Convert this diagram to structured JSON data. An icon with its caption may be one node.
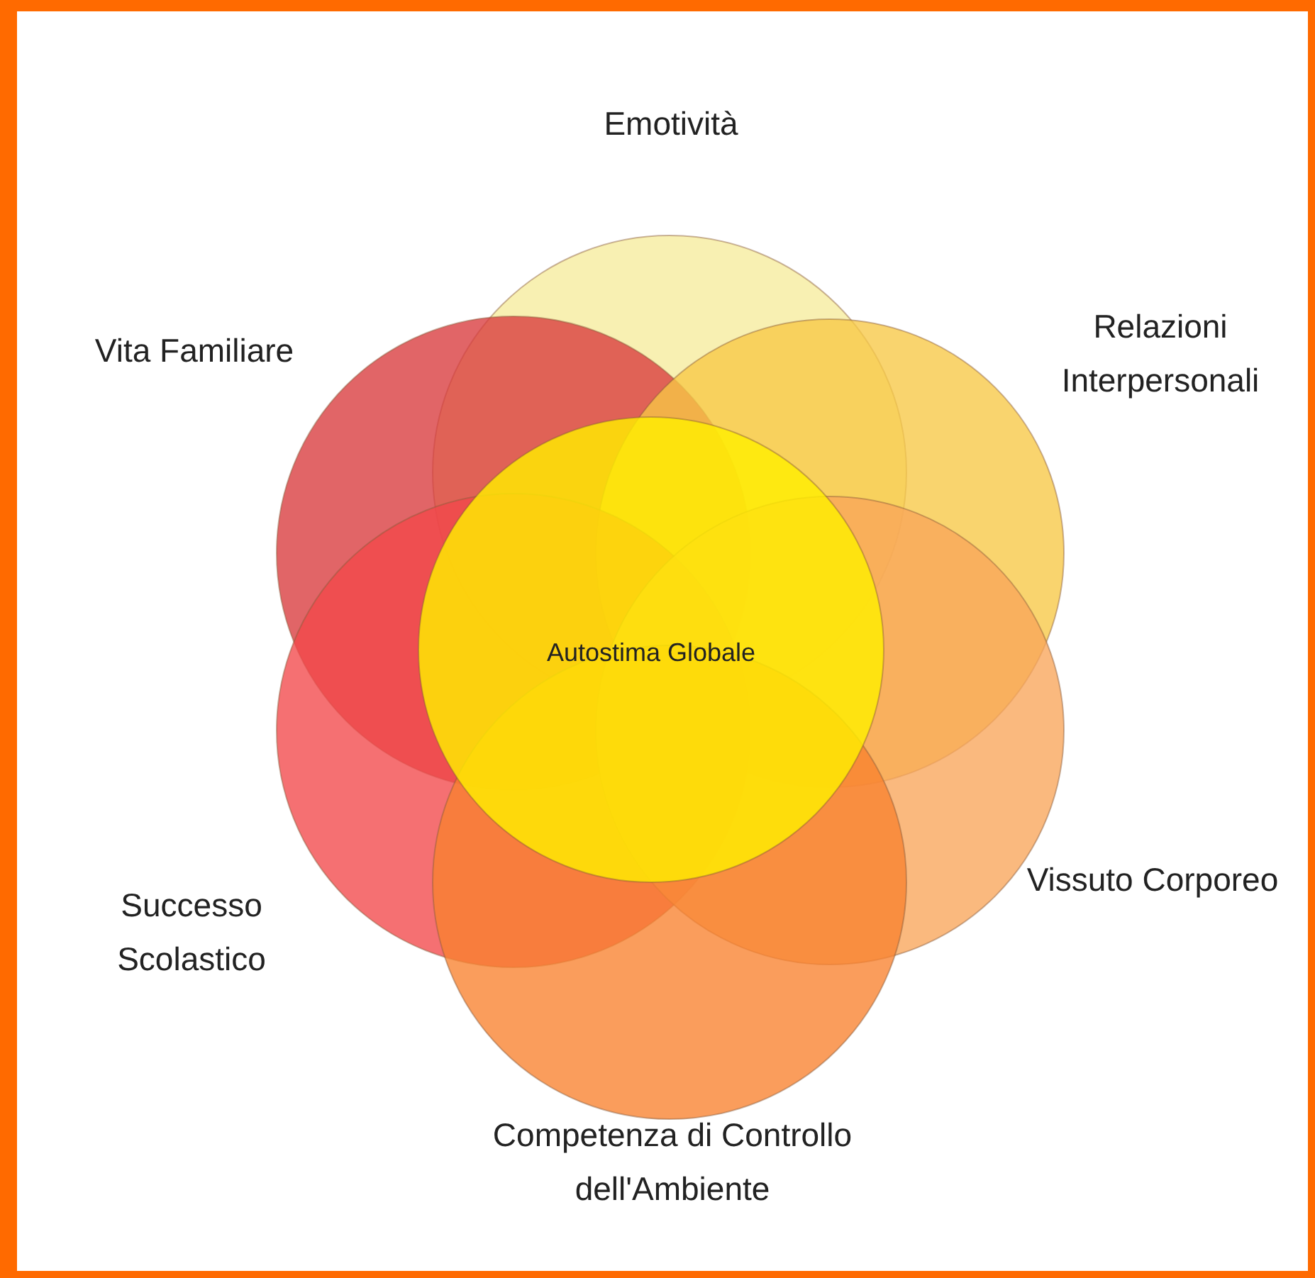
{
  "diagram": {
    "nodes": [
      {
        "text": [
          "Emotività"
        ]
      },
      {
        "text": [
          "Vita Familiare"
        ]
      },
      {
        "text": [
          "Relazioni Interpersonali"
        ]
      },
      {
        "text": [
          "Autostima Globale"
        ]
      },
      {
        "text": [
          "Successo Scolastico"
        ]
      },
      {
        "text": [
          "Vissuto Corporeo"
        ]
      },
      {
        "text": [
          "Competenza di Controllo dell'Ambiente"
        ]
      }
    ]
  }
}
